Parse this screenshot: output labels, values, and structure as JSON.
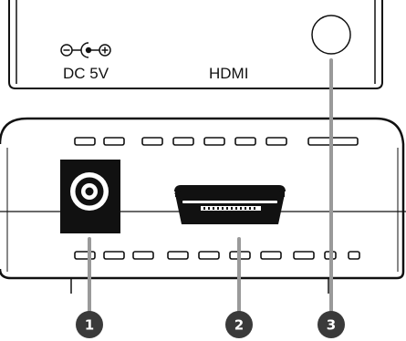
{
  "panel": {
    "power_label": "DC 5V",
    "port_label": "HDMI"
  },
  "callouts": [
    {
      "number": "1",
      "target": "dc-5v-port"
    },
    {
      "number": "2",
      "target": "hdmi-port"
    },
    {
      "number": "3",
      "target": "ir-window"
    }
  ],
  "colors": {
    "line": "#111111",
    "callout_line": "#9a9a9a",
    "badge": "#3a3a3a",
    "background": "#ffffff"
  }
}
